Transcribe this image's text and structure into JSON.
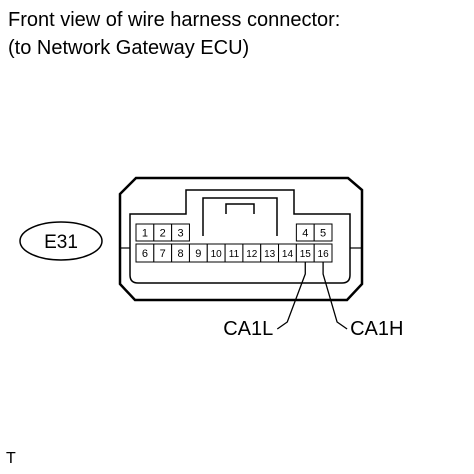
{
  "header": {
    "title_line1": "Front view of wire harness connector:",
    "title_line2": "(to Network Gateway ECU)"
  },
  "connector": {
    "id": "E31",
    "top_row_left": [
      "1",
      "2",
      "3"
    ],
    "top_row_right": [
      "4",
      "5"
    ],
    "bottom_row": [
      "6",
      "7",
      "8",
      "9",
      "10",
      "11",
      "12",
      "13",
      "14",
      "15",
      "16"
    ]
  },
  "callouts": [
    {
      "label": "CA1L",
      "pin": "15"
    },
    {
      "label": "CA1H",
      "pin": "16"
    }
  ],
  "footer": {
    "mark": "T"
  }
}
